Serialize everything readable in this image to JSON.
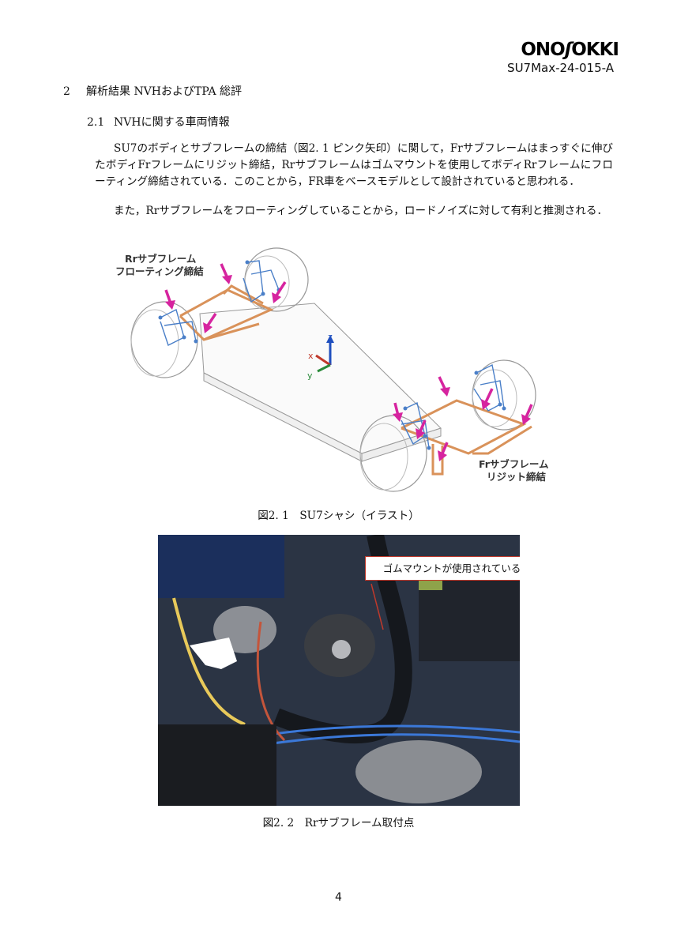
{
  "header": {
    "logo_text": "ONO SOKKI",
    "doc_code": "SU7Max-24-015-A"
  },
  "section": {
    "number": "2",
    "title": "解析結果 NVHおよびTPA 総評"
  },
  "subsection": {
    "number": "2.1",
    "title": "NVHに関する車両情報"
  },
  "paragraphs": [
    "SU7のボディとサブフレームの締結（図2. 1 ピンク矢印）に関して，Frサブフレームはまっすぐに伸びたボディFrフレームにリジット締結，Rrサブフレームはゴムマウントを使用してボディRrフレームにフローティング締結されている．このことから，FR車をベースモデルとして設計されていると思われる．",
    "また，Rrサブフレームをフローティングしていることから，ロードノイズに対して有利と推測される．"
  ],
  "figure1": {
    "label_rr_line1": "Rrサブフレーム",
    "label_rr_line2": "フローティング締結",
    "label_fr_line1": "Frサブフレーム",
    "label_fr_line2": "リジット締結",
    "axis_z": "z",
    "axis_x": "x",
    "axis_y": "y",
    "caption": "図2. 1　SU7シャシ（イラスト）"
  },
  "figure2": {
    "callout": "ゴムマウントが使用されている",
    "caption": "図2. 2　Rrサブフレーム取付点"
  },
  "page_number": "4",
  "colors": {
    "arrow": "#d6249f",
    "subframe": "#d9925a",
    "suspension": "#4a7fc8",
    "callout_border": "#c0392b"
  }
}
